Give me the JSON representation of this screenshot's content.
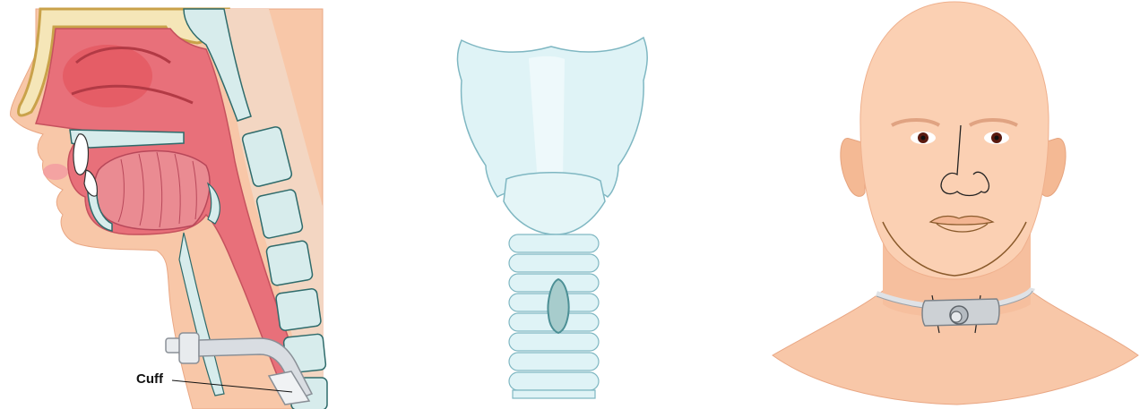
{
  "panels": [
    {
      "id": "sagittal-section",
      "labels": [
        {
          "text": "Cuff"
        }
      ]
    },
    {
      "id": "larynx-trachea-anterior",
      "labels": []
    },
    {
      "id": "patient-with-tracheostomy",
      "labels": []
    }
  ],
  "colors": {
    "skin": "#f8c7a8",
    "mucosa": "#e8707a",
    "bone": "#d7ecec",
    "bone_outline": "#2f6b6b",
    "cartilage": "#dff3f6",
    "cartilage_outline": "#7fb7c2",
    "tube": "#d9dde2",
    "tube_outline": "#8a9097",
    "skull_outline": "#c9a24a"
  }
}
